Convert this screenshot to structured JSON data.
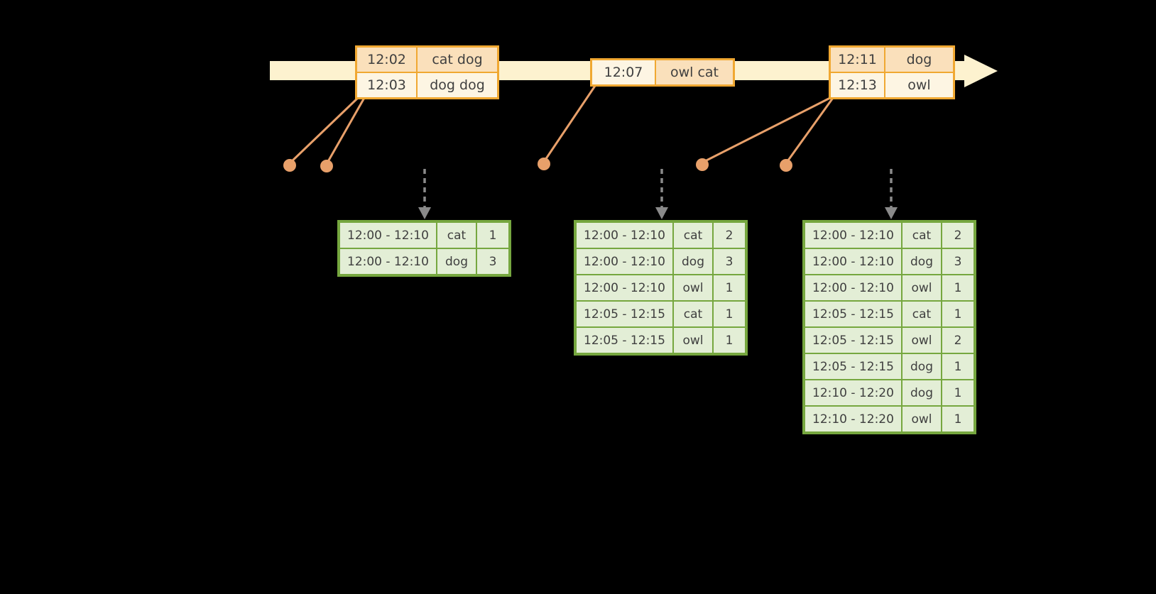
{
  "colors": {
    "background": "#000000",
    "timeline_fill": "#fdf2cf",
    "event_border": "#f0a832",
    "event_row_dark": "#fae0bb",
    "event_row_light": "#fdf5e3",
    "connector": "#e8a06a",
    "arrow_gray": "#8a8a8a",
    "result_border": "#76a73f",
    "result_fill": "#e3eed6",
    "text": "#3f3f3f"
  },
  "event_tables": [
    {
      "rows": [
        {
          "time": "12:02",
          "words": "cat dog"
        },
        {
          "time": "12:03",
          "words": "dog dog"
        }
      ]
    },
    {
      "rows": [
        {
          "time": "12:07",
          "words": "owl cat"
        }
      ]
    },
    {
      "rows": [
        {
          "time": "12:11",
          "words": "dog"
        },
        {
          "time": "12:13",
          "words": "owl"
        }
      ]
    }
  ],
  "result_tables": [
    {
      "rows": [
        {
          "window": "12:00 - 12:10",
          "word": "cat",
          "count": "1"
        },
        {
          "window": "12:00 - 12:10",
          "word": "dog",
          "count": "3"
        }
      ]
    },
    {
      "rows": [
        {
          "window": "12:00 - 12:10",
          "word": "cat",
          "count": "2"
        },
        {
          "window": "12:00 - 12:10",
          "word": "dog",
          "count": "3"
        },
        {
          "window": "12:00 - 12:10",
          "word": "owl",
          "count": "1"
        },
        {
          "window": "12:05 - 12:15",
          "word": "cat",
          "count": "1"
        },
        {
          "window": "12:05 - 12:15",
          "word": "owl",
          "count": "1"
        }
      ]
    },
    {
      "rows": [
        {
          "window": "12:00 - 12:10",
          "word": "cat",
          "count": "2"
        },
        {
          "window": "12:00 - 12:10",
          "word": "dog",
          "count": "3"
        },
        {
          "window": "12:00 - 12:10",
          "word": "owl",
          "count": "1"
        },
        {
          "window": "12:05 - 12:15",
          "word": "cat",
          "count": "1"
        },
        {
          "window": "12:05 - 12:15",
          "word": "owl",
          "count": "2"
        },
        {
          "window": "12:05 - 12:15",
          "word": "dog",
          "count": "1"
        },
        {
          "window": "12:10 - 12:20",
          "word": "dog",
          "count": "1"
        },
        {
          "window": "12:10 - 12:20",
          "word": "owl",
          "count": "1"
        }
      ]
    }
  ]
}
